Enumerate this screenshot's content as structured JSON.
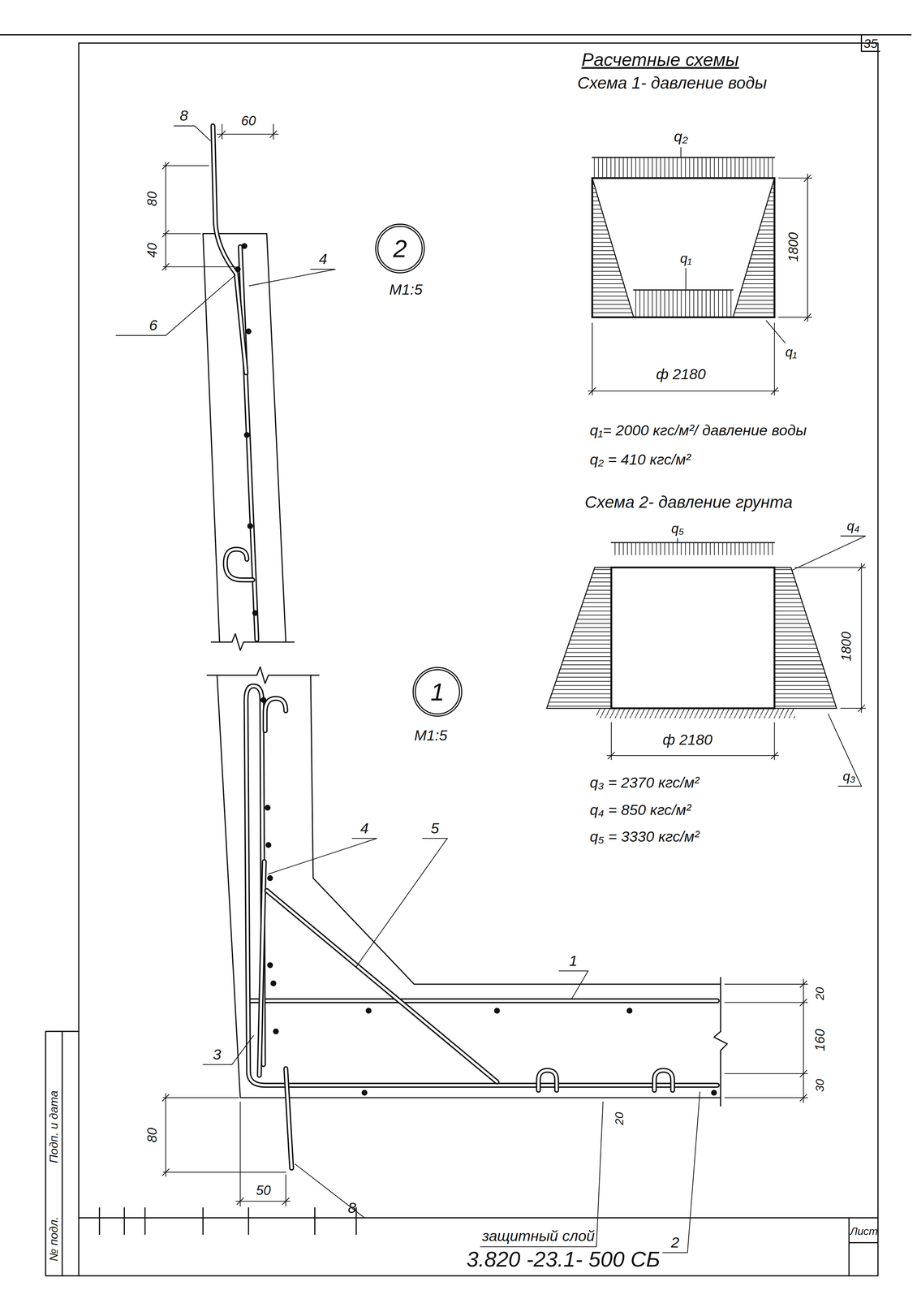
{
  "diagram": {
    "nodes": [
      {
        "text": [
          "2"
        ]
      },
      {
        "text": [
          "1"
        ]
      }
    ],
    "labels": [
      "35",
      "Расчетные схемы",
      "Схема 1- давление воды",
      "q₂",
      "q₁",
      "1800",
      "q₁",
      "ф 2180",
      "q₁= 2000 кгс/м²/ давление воды",
      "q₂ = 410 кгс/м²",
      "Схема 2- давление грунта",
      "q₅",
      "q₄",
      "1800",
      "ф 2180",
      "q₃",
      "q₃ = 2370 кгс/м²",
      "q₄ = 850 кгс/м²",
      "q₅ = 3330 кгс/м²",
      "8",
      "60",
      "80",
      "40",
      "М1:5",
      "4",
      "6",
      "М1:5",
      "4",
      "5",
      "1",
      "20",
      "160",
      "3",
      "30",
      "80",
      "20",
      "8",
      "защитный слой",
      "2",
      "50",
      "Подп. и дата",
      "№ подл.",
      "3.820 -23.1- 500 СБ",
      "Лист"
    ]
  }
}
